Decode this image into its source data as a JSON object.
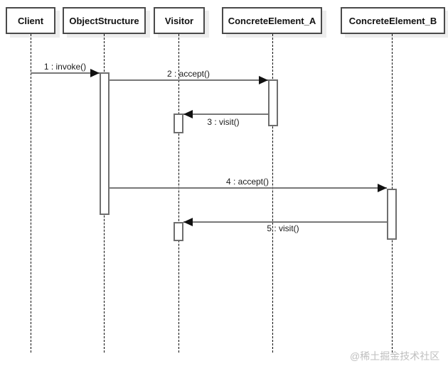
{
  "diagram_type": "uml-sequence-diagram",
  "colors": {
    "background": "#ffffff",
    "box_border": "#4a4a4a",
    "lifeline": "#000000",
    "message_line": "#777777",
    "arrowhead": "#111111",
    "activation_border": "#6e6e6e",
    "watermark": "#bfbfbf"
  },
  "participants": [
    {
      "label": "Client"
    },
    {
      "label": "ObjectStructure"
    },
    {
      "label": "Visitor"
    },
    {
      "label": "ConcreteElement_A"
    },
    {
      "label": "ConcreteElement_B"
    }
  ],
  "messages": [
    {
      "label": "1 : invoke()",
      "from": "Client",
      "to": "ObjectStructure",
      "direction": "right"
    },
    {
      "label": "2 : accept()",
      "from": "ObjectStructure",
      "to": "ConcreteElement_A",
      "direction": "right"
    },
    {
      "label": "3 : visit()",
      "from": "ConcreteElement_A",
      "to": "Visitor",
      "direction": "left"
    },
    {
      "label": "4 : accept()",
      "from": "ObjectStructure",
      "to": "ConcreteElement_B",
      "direction": "right"
    },
    {
      "label": "5 : visit()",
      "from": "ConcreteElement_B",
      "to": "Visitor",
      "direction": "left"
    }
  ],
  "watermark": {
    "text": "@稀土掘金技术社区"
  }
}
